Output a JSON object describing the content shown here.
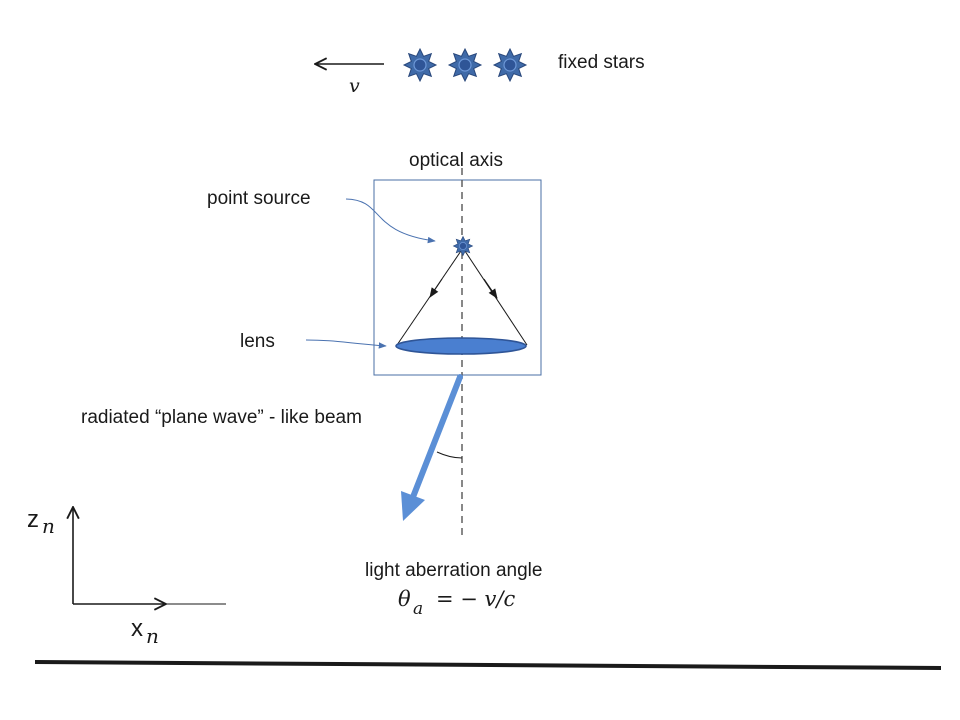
{
  "labels": {
    "velocity": "v",
    "fixed_stars": "fixed stars",
    "optical_axis": "optical axis",
    "point_source": "point source",
    "lens": "lens",
    "beam": "radiated “plane wave” - like  beam",
    "aberration_title": "light aberration angle",
    "aberration_theta": "θ",
    "aberration_sub": "a",
    "aberration_rhs": "= − v/c",
    "axis_z": "z",
    "axis_x": "x",
    "axis_sub": "n"
  },
  "stars": {
    "count": 3,
    "icon": "star-icon"
  },
  "colors": {
    "star_fill": "#3f6aa8",
    "star_center": "#2f5597",
    "lens_fill": "#4a7fd0",
    "lens_stroke": "#2f5597",
    "beam": "#5b8fd6",
    "frame": "#4a6fa5",
    "ink": "#1a1a1a"
  }
}
